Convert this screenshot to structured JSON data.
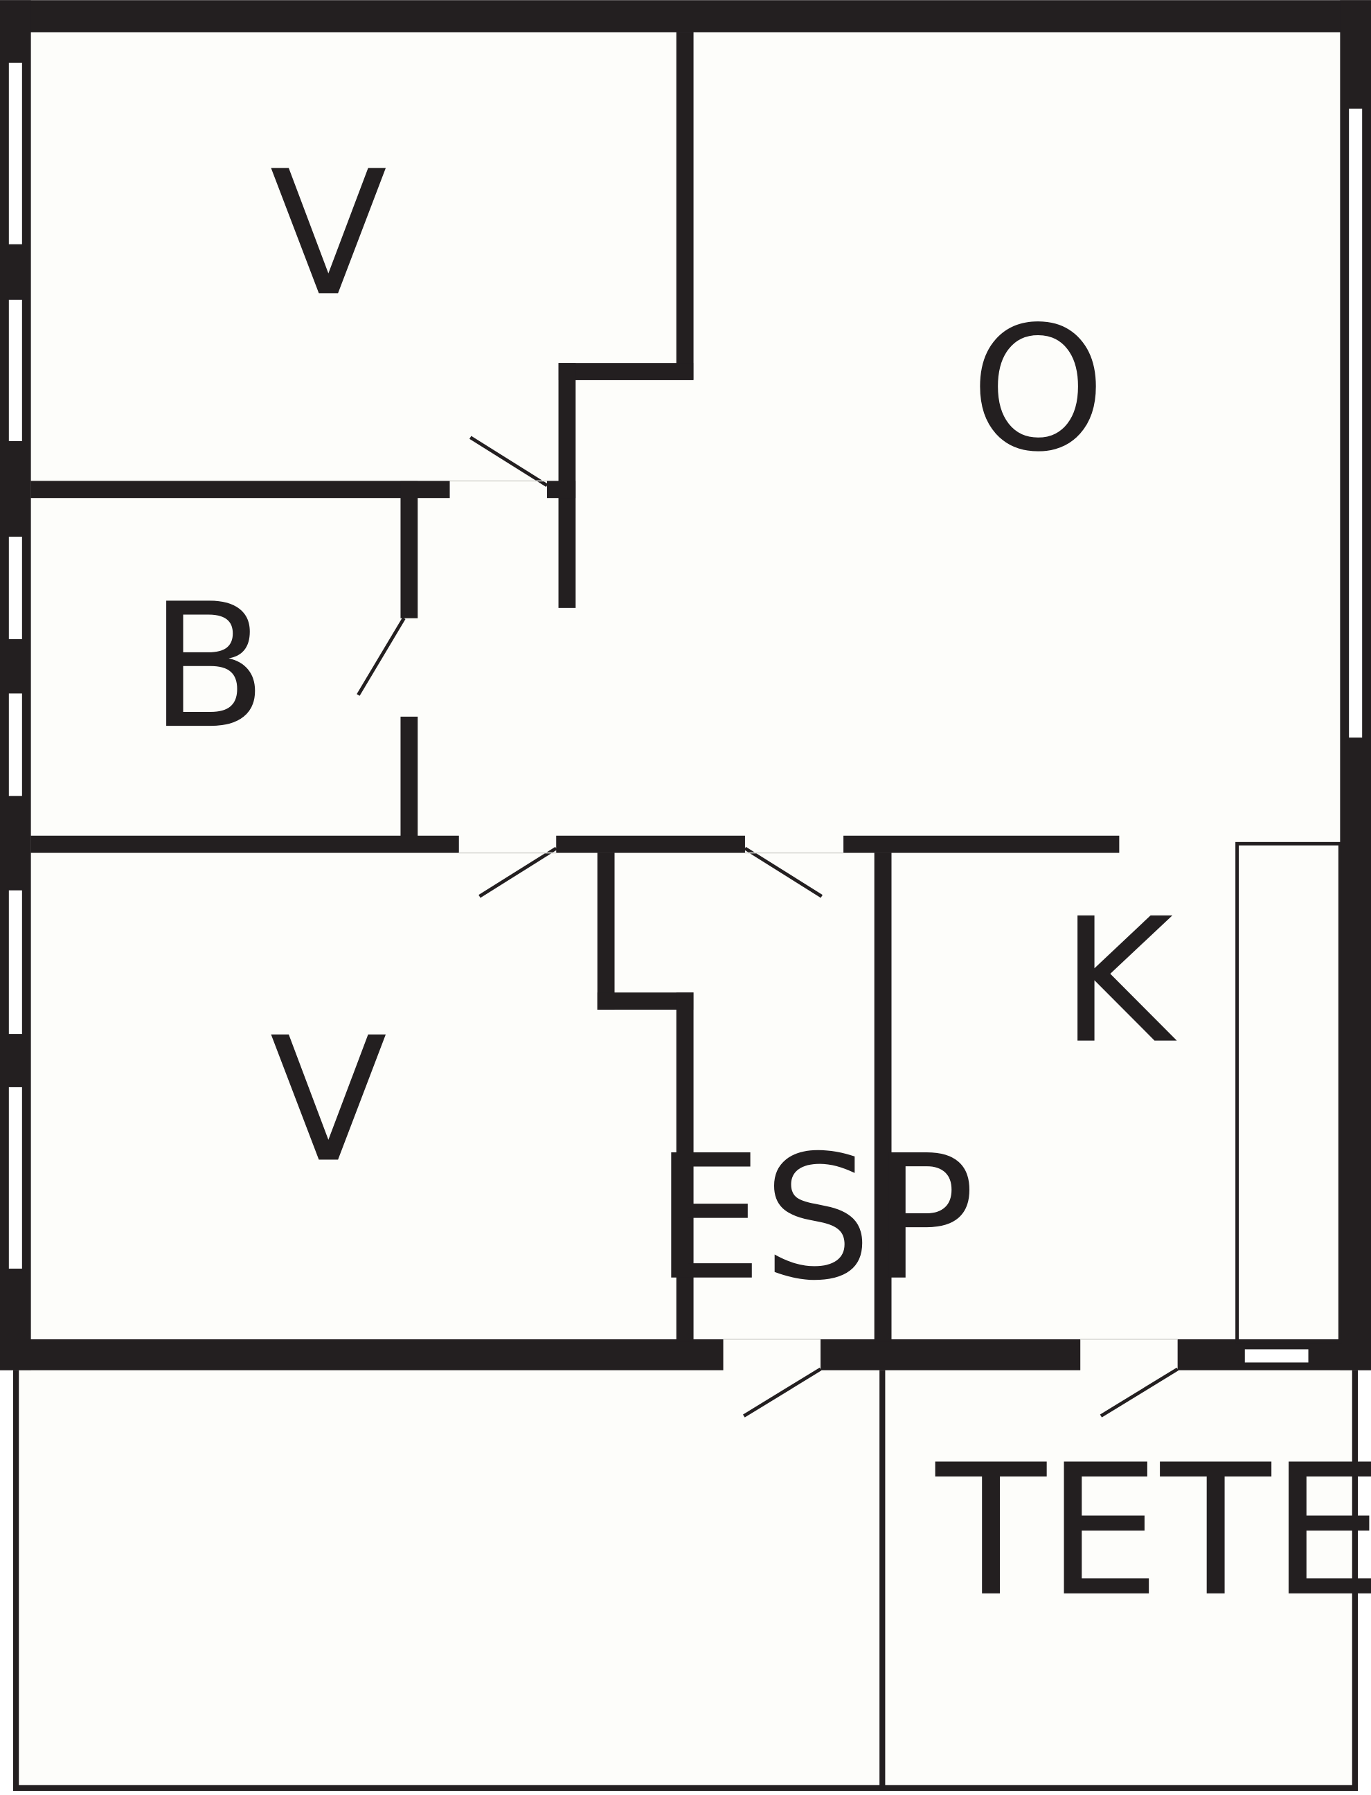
{
  "colors": {
    "wall": "#231f20",
    "floor": "#fdfdfa",
    "window": "#ffffff"
  },
  "rooms": {
    "bedroom_top": "V",
    "bathroom": "B",
    "living_room": "O",
    "bedroom_bottom": "V",
    "hall": "ESP",
    "kitchen": "K",
    "terrace": "TETE"
  }
}
